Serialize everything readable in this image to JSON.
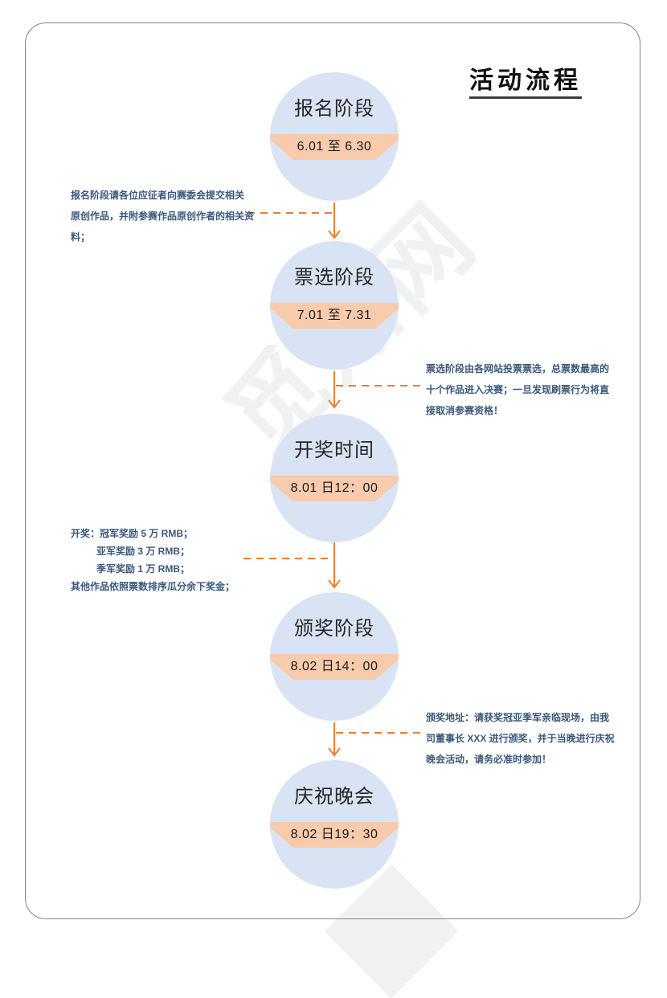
{
  "page": {
    "title": "活动流程",
    "watermark": "觅知网"
  },
  "colors": {
    "accent_orange": "#ED7D31",
    "circle_fill": "#DAE3F3",
    "date_band_fill": "#F8CBAD",
    "note_text": "#3A587C",
    "frame_border": "#858585"
  },
  "flow": {
    "stages": [
      {
        "name": "报名阶段",
        "date": "6.01 至 6.30"
      },
      {
        "name": "票选阶段",
        "date": "7.01 至 7.31"
      },
      {
        "name": "开奖时间",
        "date": "8.01 日12：00"
      },
      {
        "name": "颁奖阶段",
        "date": "8.02 日14：00"
      },
      {
        "name": "庆祝晚会",
        "date": "8.02 日19：30"
      }
    ],
    "notes": [
      {
        "side": "left",
        "lines": [
          "报名阶段请各位应征者向赛委会提交相关",
          "原创作品，并附参赛作品原创作者的相关资",
          "料；"
        ]
      },
      {
        "side": "right",
        "lines": [
          "票选阶段由各网站投票票选，总票数最高的",
          "十个作品进入决赛；一旦发现刷票行为将直",
          "接取消参赛资格！"
        ]
      },
      {
        "side": "left",
        "lines": [
          "开奖：冠军奖励 5 万 RMB；",
          "亚军奖励 3 万 RMB；",
          "季军奖励 1 万 RMB；",
          "其他作品依照票数排序瓜分余下奖金；"
        ]
      },
      {
        "side": "right",
        "lines": [
          "颁奖地址：请获奖冠亚季军亲临现场，由我",
          "司董事长 XXX 进行颁奖，并于当晚进行庆祝",
          "晚会活动，请务必准时参加！"
        ]
      }
    ]
  }
}
